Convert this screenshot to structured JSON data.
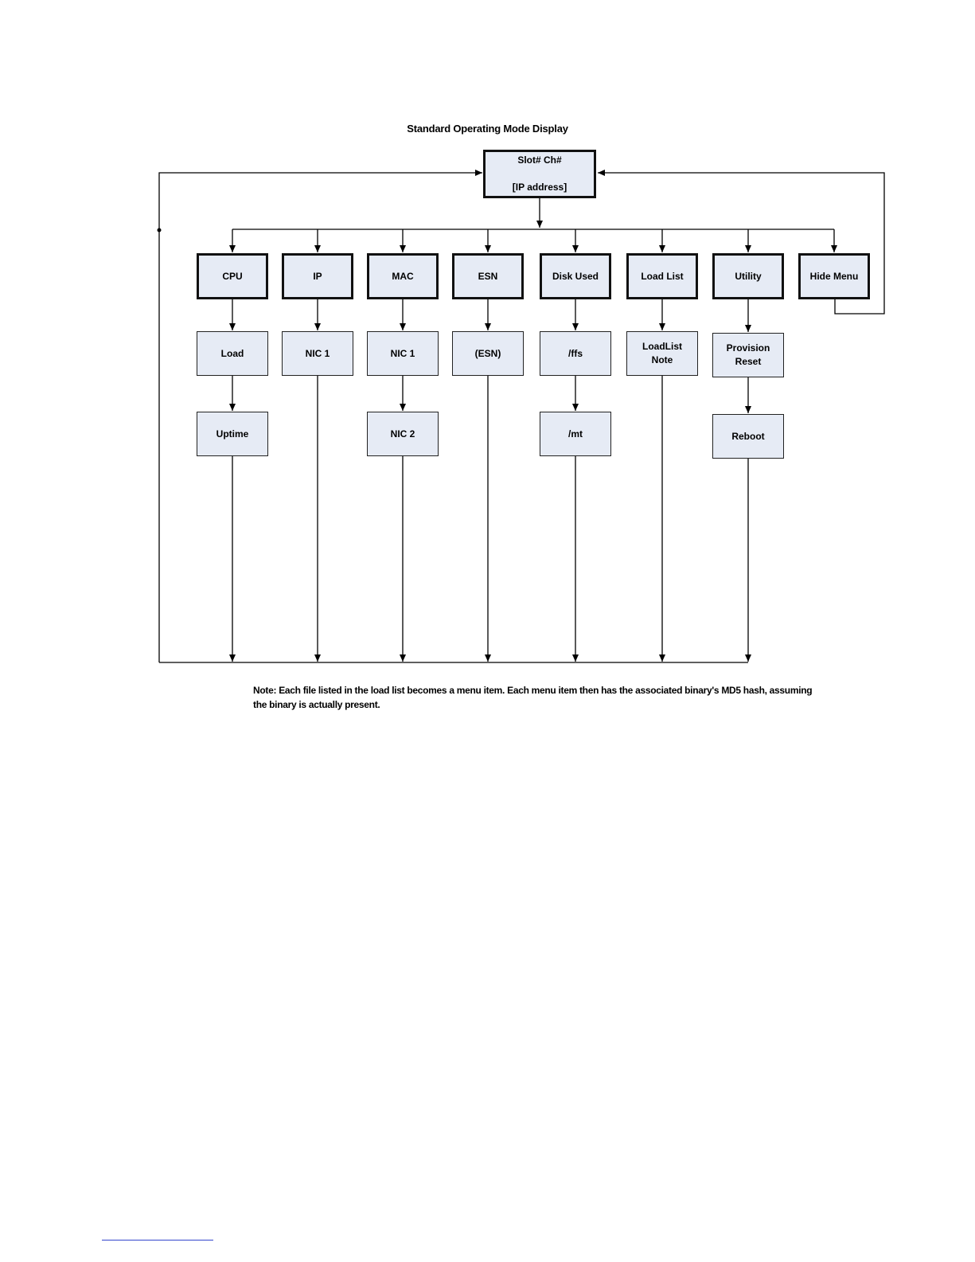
{
  "title": "Standard Operating Mode Display",
  "root": {
    "line1": "Slot# Ch#",
    "line2": "[IP address]"
  },
  "menus": [
    {
      "key": "cpu",
      "label": "CPU",
      "children": [
        "Load",
        "Uptime"
      ]
    },
    {
      "key": "ip",
      "label": "IP",
      "children": [
        "NIC 1"
      ]
    },
    {
      "key": "mac",
      "label": "MAC",
      "children": [
        "NIC 1",
        "NIC 2"
      ]
    },
    {
      "key": "esn",
      "label": "ESN",
      "children": [
        "(ESN)"
      ]
    },
    {
      "key": "disk-used",
      "label": "Disk Used",
      "children": [
        "/ffs",
        "/mt"
      ]
    },
    {
      "key": "load-list",
      "label": "Load List",
      "children": [
        "LoadList\nNote"
      ]
    },
    {
      "key": "utility",
      "label": "Utility",
      "children": [
        "Provision\nReset",
        "Reboot"
      ]
    },
    {
      "key": "hide-menu",
      "label": "Hide Menu",
      "children": []
    }
  ],
  "note": "Note:  Each file listed in the load list becomes a menu item. Each menu item then has the associated binary's MD5 hash, assuming the binary is actually present."
}
